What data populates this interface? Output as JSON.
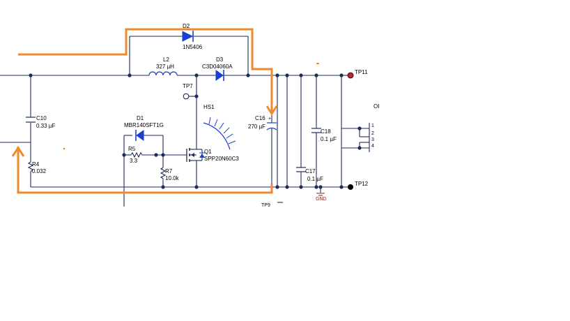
{
  "components": {
    "d2": {
      "ref": "D2",
      "part": "1N5406"
    },
    "l2": {
      "ref": "L2",
      "value": "327 µH"
    },
    "d3": {
      "ref": "D3",
      "part": "C3D04060A"
    },
    "tp7": {
      "ref": "TP7"
    },
    "tp11": {
      "ref": "TP11"
    },
    "tp12": {
      "ref": "TP12"
    },
    "tp9": {
      "ref": "TP9"
    },
    "hs1": {
      "ref": "HS1"
    },
    "c10": {
      "ref": "C10",
      "value": "0.33 µF"
    },
    "d1": {
      "ref": "D1",
      "part": "MBR140SFT1G"
    },
    "r5": {
      "ref": "R5",
      "value": "3.3"
    },
    "q1": {
      "ref": "Q1",
      "part": "SPP20N60C3"
    },
    "r7": {
      "ref": "R7",
      "value": "10.0k"
    },
    "r4": {
      "ref": "R4",
      "value": "0.032"
    },
    "c16": {
      "ref": "C16",
      "value": "270 µF"
    },
    "c18": {
      "ref": "C18",
      "value": "0.1 µF"
    },
    "c17": {
      "ref": "C17",
      "value": "0.1 µF"
    },
    "gnd": {
      "label": "GND"
    },
    "connector": {
      "label": "OI",
      "pins": [
        "1",
        "2",
        "3",
        "4"
      ]
    }
  },
  "colors": {
    "wire": "#1e2a5a",
    "component": "#1a3fd0",
    "annotation": "#f08a2c",
    "tp11_marker": "#c0282a",
    "tp12_marker": "#000000"
  }
}
